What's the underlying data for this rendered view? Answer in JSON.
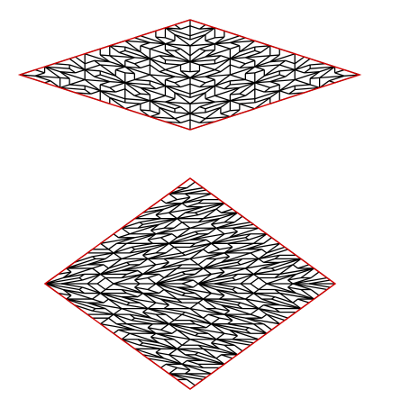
{
  "figure": {
    "subject": "penrose-rhombus-tilings",
    "panels": [
      {
        "id": "thin-rhombus-patch",
        "boundary_shape": "rhombus",
        "boundary_angle_deg": 36,
        "tiles": "thin-and-thick-rhombi"
      },
      {
        "id": "thick-rhombus-patch",
        "boundary_shape": "rhombus",
        "boundary_angle_deg": 72,
        "tiles": "thin-and-thick-rhombi"
      }
    ]
  },
  "colors": {
    "background": "#ffffff",
    "tile_edge": "#000000",
    "boundary": "#d40000"
  },
  "generation": {
    "subdivision_levels": 6
  }
}
